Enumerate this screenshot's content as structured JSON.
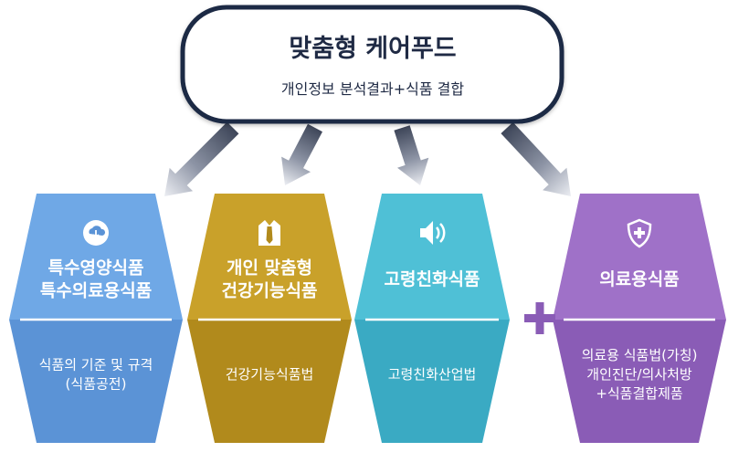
{
  "header": {
    "title": "맞춤형 케어푸드",
    "subtitle": "개인정보 분석결과+식품 결합"
  },
  "categories": [
    {
      "title_lines": [
        "특수영양식품",
        "특수의료용식품"
      ],
      "law_lines": [
        "식품의 기준 및 규격",
        "(식품공전)"
      ],
      "icon": "download-cloud-icon",
      "top_color": "#6fa8e6",
      "bottom_color": "#5b93d6"
    },
    {
      "title_lines": [
        "개인 맞춤형",
        "건강기능식품"
      ],
      "law_lines": [
        "건강기능식품법"
      ],
      "icon": "suit-tie-icon",
      "top_color": "#c9a12a",
      "bottom_color": "#b18a1c"
    },
    {
      "title_lines": [
        "고령친화식품"
      ],
      "law_lines": [
        "고령친화산업법"
      ],
      "icon": "speaker-icon",
      "top_color": "#4fc0d6",
      "bottom_color": "#3aaac3"
    },
    {
      "title_lines": [
        "의료용식품"
      ],
      "law_lines": [
        "의료용 식품법(가칭)",
        "개인진단/의사처방",
        "+식품결합제품"
      ],
      "icon": "shield-plus-icon",
      "top_color": "#9f71c8",
      "bottom_color": "#8a5cb6"
    }
  ],
  "plus_sign": "+",
  "colors": {
    "header_border": "#1f2a44",
    "arrow": "#6b7487",
    "plus": "#8a5cb6",
    "divider": "#ffffff"
  }
}
